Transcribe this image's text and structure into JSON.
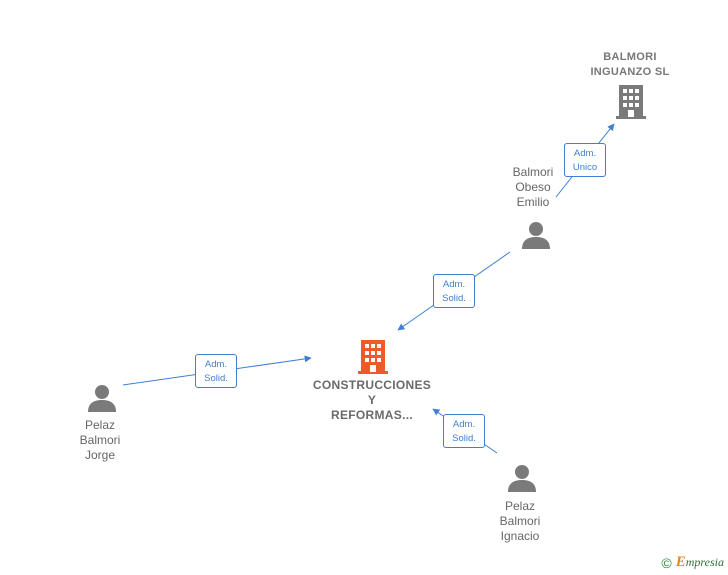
{
  "nodes": {
    "balmori_inguanzo": {
      "label": "BALMORI\nINGUANZO  SL",
      "kind": "company"
    },
    "construcciones": {
      "label": "CONSTRUCCIONES\nY\nREFORMAS...",
      "kind": "company-main"
    },
    "balmori_obeso": {
      "label": "Balmori\nObeso\nEmilio",
      "kind": "person"
    },
    "pelaz_jorge": {
      "label": "Pelaz\nBalmori\nJorge",
      "kind": "person"
    },
    "pelaz_ignacio": {
      "label": "Pelaz\nBalmori\nIgnacio",
      "kind": "person"
    }
  },
  "edges": [
    {
      "from": "balmori_obeso",
      "to": "balmori_inguanzo",
      "line1": "Adm.",
      "line2": "Unico"
    },
    {
      "from": "balmori_obeso",
      "to": "construcciones",
      "line1": "Adm.",
      "line2": "Solid."
    },
    {
      "from": "pelaz_jorge",
      "to": "construcciones",
      "line1": "Adm.",
      "line2": "Solid."
    },
    {
      "from": "pelaz_ignacio",
      "to": "construcciones",
      "line1": "Adm.",
      "line2": "Solid."
    }
  ],
  "colors": {
    "edge": "#3f7fd0",
    "company_icon": "#7a7a7a",
    "main_company_icon": "#f05a28",
    "person_icon": "#7a7a7a"
  },
  "footer": {
    "copyright_symbol": "©",
    "brand_first": "E",
    "brand_rest": "mpresia"
  }
}
